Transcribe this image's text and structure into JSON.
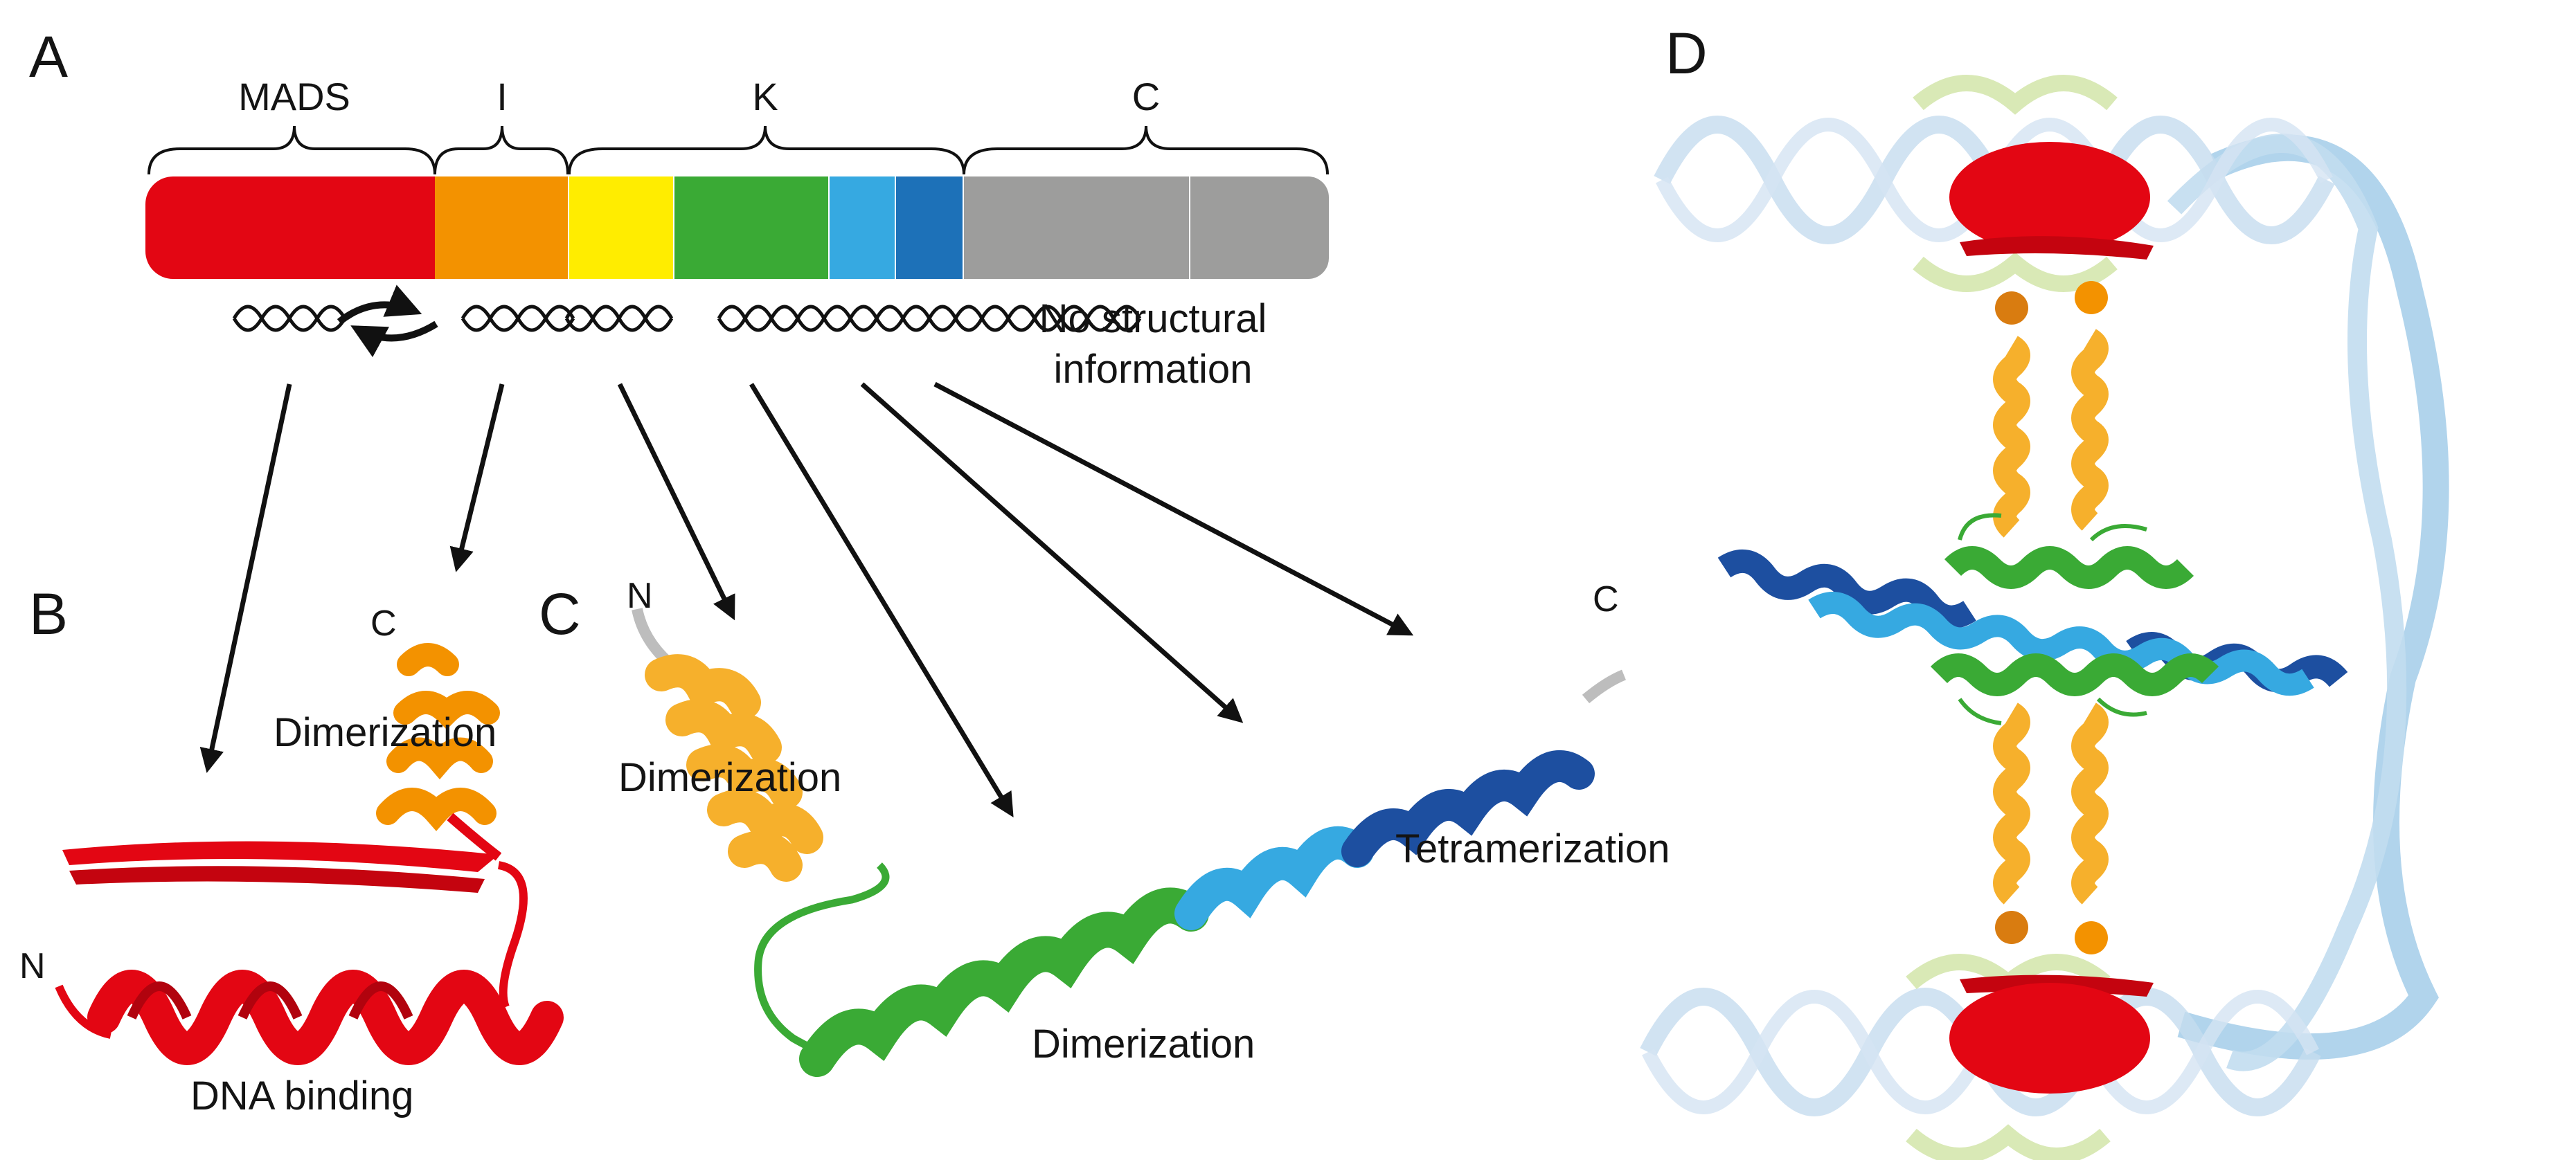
{
  "panels": {
    "a": "A",
    "b": "B",
    "c": "C",
    "d": "D"
  },
  "domains": [
    {
      "name": "MADS",
      "color": "#e30613"
    },
    {
      "name": "I",
      "color": "#f39200"
    },
    {
      "name": "K",
      "color": "#ffed00"
    },
    {
      "name": "C",
      "color": "#9d9d9c"
    }
  ],
  "k_colors": {
    "k1": "#ffed00",
    "k2": "#3aaa35",
    "k3": "#36a9e1",
    "k4": "#1d71b8"
  },
  "no_info_line1": "No structural",
  "no_info_line2": "information",
  "panel_b": {
    "n_term": "N",
    "c_term": "C",
    "dimerization": "Dimerization",
    "dna_binding": "DNA binding"
  },
  "panel_c": {
    "n_term": "N",
    "c_term": "C",
    "dimerization_top": "Dimerization",
    "dimerization_bottom": "Dimerization",
    "tetramerization": "Tetramerization"
  },
  "colors": {
    "dna_blue": "#b8d8ee",
    "dna_green": "#d7e8b4",
    "helix_red": "#e30613",
    "helix_orange": "#f3a21b",
    "helix_green": "#3aaa35",
    "helix_blue": "#1d4fa0",
    "helix_lightblue": "#36a9e1"
  }
}
